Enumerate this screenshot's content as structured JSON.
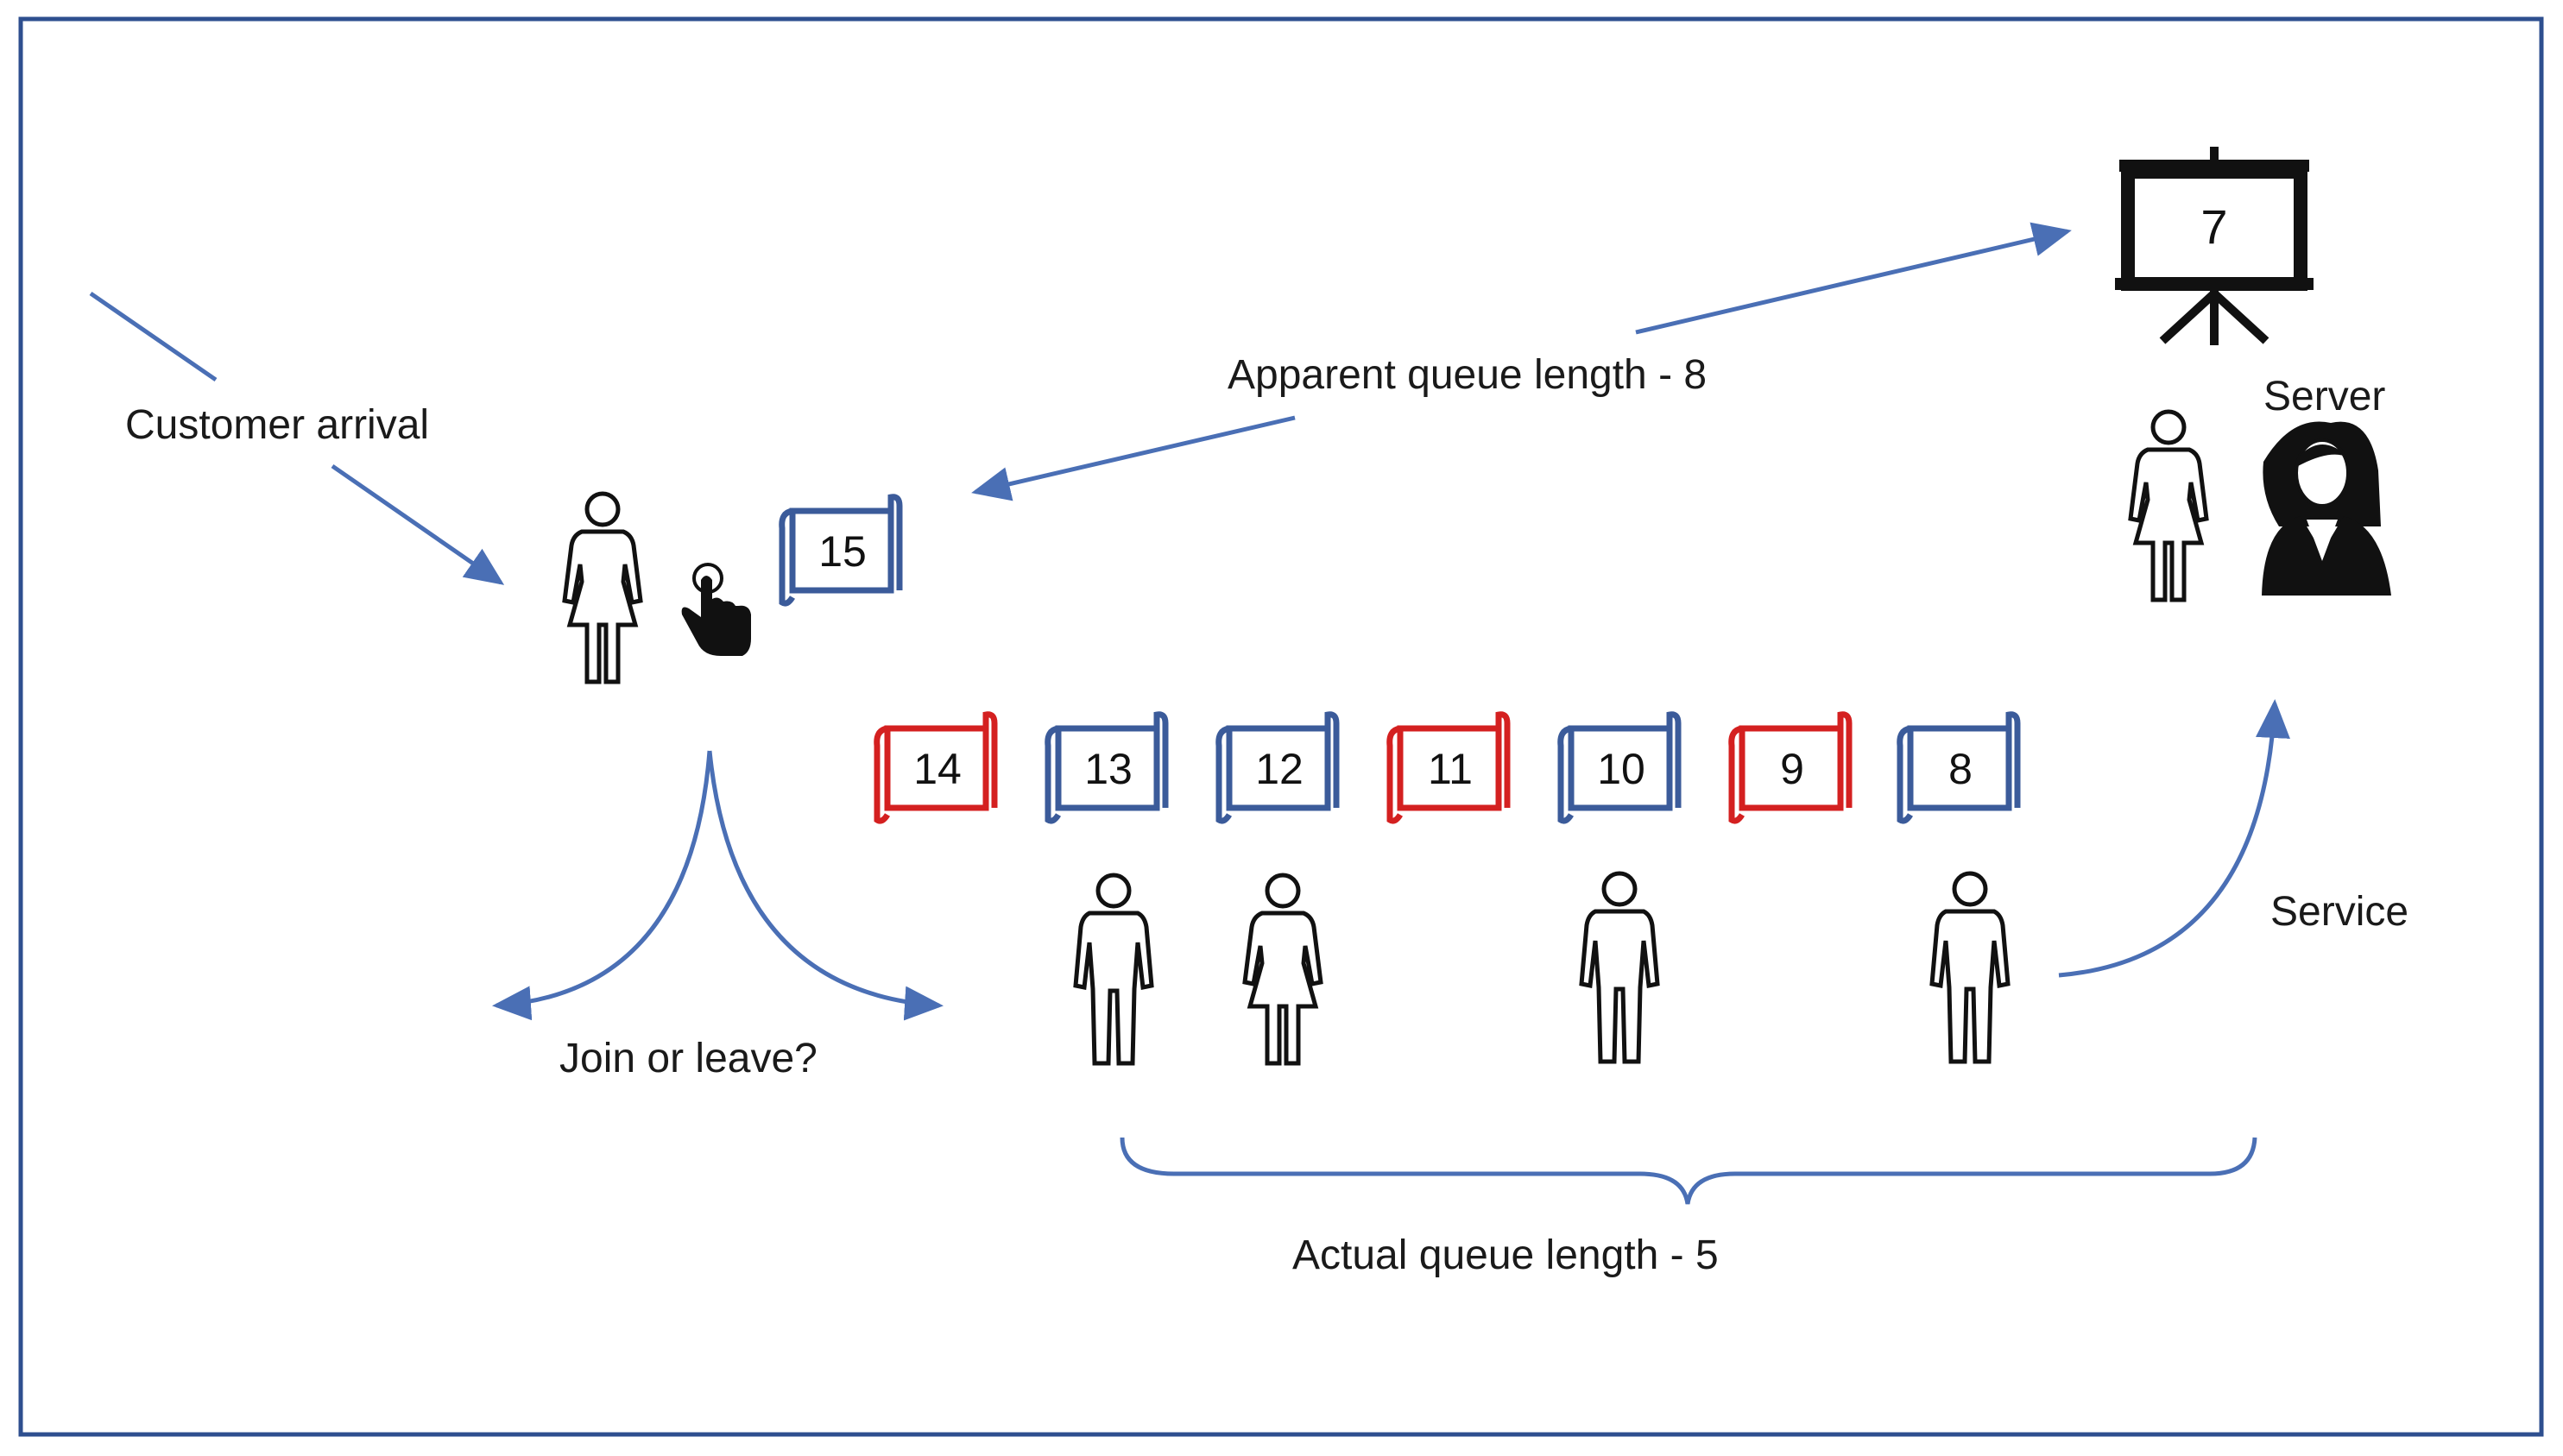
{
  "labels": {
    "customer_arrival": "Customer arrival",
    "apparent_queue": "Apparent queue length - 8",
    "server": "Server",
    "service": "Service",
    "join_or_leave": "Join or leave?",
    "actual_queue": "Actual queue length - 5"
  },
  "display_number": "7",
  "arrival_ticket": "15",
  "queue_tickets": [
    {
      "number": "14",
      "status": "abandoned"
    },
    {
      "number": "13",
      "status": "active"
    },
    {
      "number": "12",
      "status": "active"
    },
    {
      "number": "11",
      "status": "abandoned"
    },
    {
      "number": "10",
      "status": "active"
    },
    {
      "number": "9",
      "status": "abandoned"
    },
    {
      "number": "8",
      "status": "active"
    }
  ],
  "colors": {
    "active": "#3b5b9a",
    "abandoned": "#d42020",
    "arrow": "#4a6fb5",
    "frame": "#2e4f8f"
  }
}
